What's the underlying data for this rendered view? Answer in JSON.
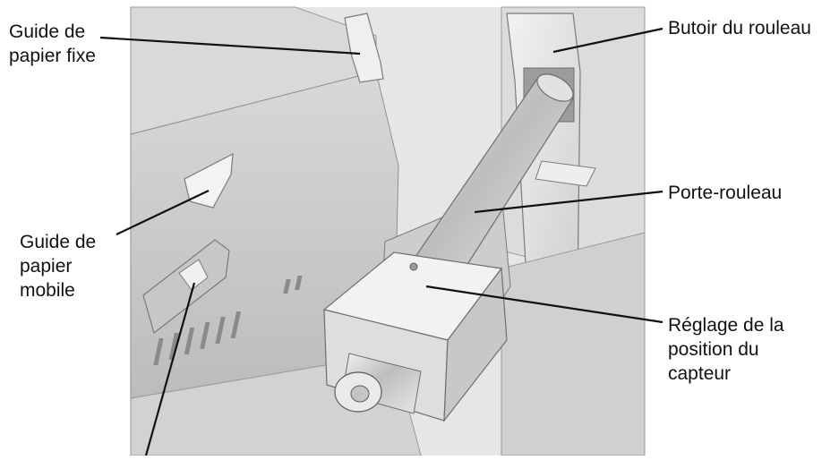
{
  "labels": {
    "guide_fixe": [
      "Guide de",
      "papier fixe"
    ],
    "guide_mobile": [
      "Guide de",
      "papier",
      "mobile"
    ],
    "butoir": [
      "Butoir du rouleau"
    ],
    "porte_rouleau": [
      "Porte-rouleau"
    ],
    "reglage": [
      "Réglage de la",
      "position du",
      "capteur"
    ]
  },
  "colors": {
    "background": "#ffffff",
    "printer_body": "#e4e4e4",
    "printer_shadow": "#b8b8b8",
    "roll": "#cfcfcf",
    "leader_line": "#111111",
    "text": "#111111"
  }
}
